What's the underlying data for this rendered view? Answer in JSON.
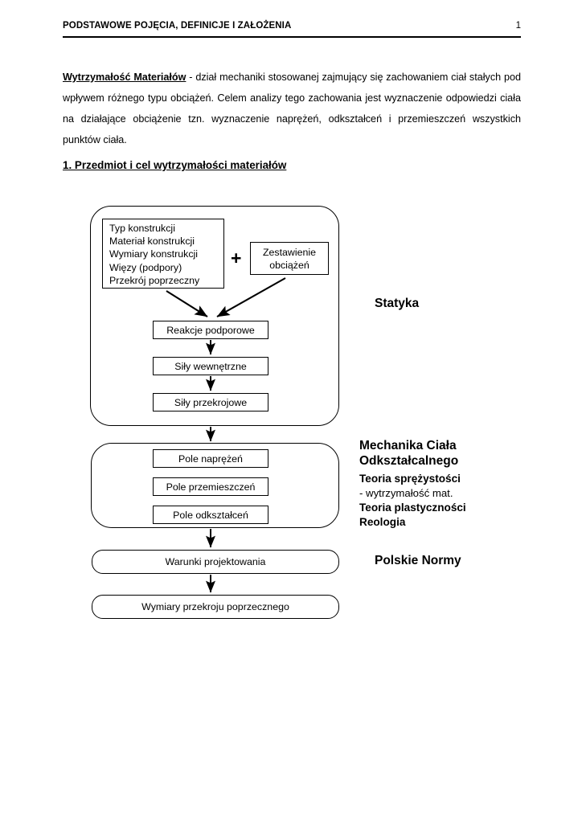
{
  "header": {
    "title": "PODSTAWOWE POJĘCIA, DEFINICJE I ZAŁOŻENIA",
    "page_number": "1"
  },
  "intro": {
    "term": "Wytrzymałość Materiałów",
    "body": " - dział mechaniki stosowanej zajmujący się zachowaniem ciał stałych pod wpływem różnego typu obciążeń. Celem analizy tego zachowania jest wyznaczenie odpowiedzi ciała na działające obciążenie tzn. wyznaczenie naprężeń, odkształceń i przemieszczeń wszystkich punktów ciała."
  },
  "section": {
    "heading": "1. Przedmiot i cel wytrzymałości materiałów"
  },
  "diagram": {
    "input_box": {
      "lines": [
        "Typ konstrukcji",
        "Materiał konstrukcji",
        "Wymiary konstrukcji",
        "Więzy (podpory)",
        "Przekrój poprzeczny"
      ]
    },
    "plus_symbol": "+",
    "loads_box": "Zestawienie\nobciążeń",
    "statics_boxes": [
      "Reakcje podporowe",
      "Siły wewnętrzne",
      "Siły przekrojowe"
    ],
    "fields_boxes": [
      "Pole naprężeń",
      "Pole przemieszczeń",
      "Pole odkształceń"
    ],
    "design_box": "Warunki projektowania",
    "dimensions_box": "Wymiary przekroju poprzecznego",
    "labels": {
      "statics": "Statyka",
      "mechanics_title_line1": "Mechanika Ciała",
      "mechanics_title_line2": "Odkształcalnego",
      "theory_elasticity": "Teoria sprężystości",
      "strength_of_materials": " - wytrzymałość mat.",
      "theory_plasticity": "Teoria plastyczności",
      "rheology": "Reologia",
      "standards": "Polskie Normy"
    }
  },
  "colors": {
    "text": "#000000",
    "background": "#ffffff",
    "line": "#000000"
  }
}
